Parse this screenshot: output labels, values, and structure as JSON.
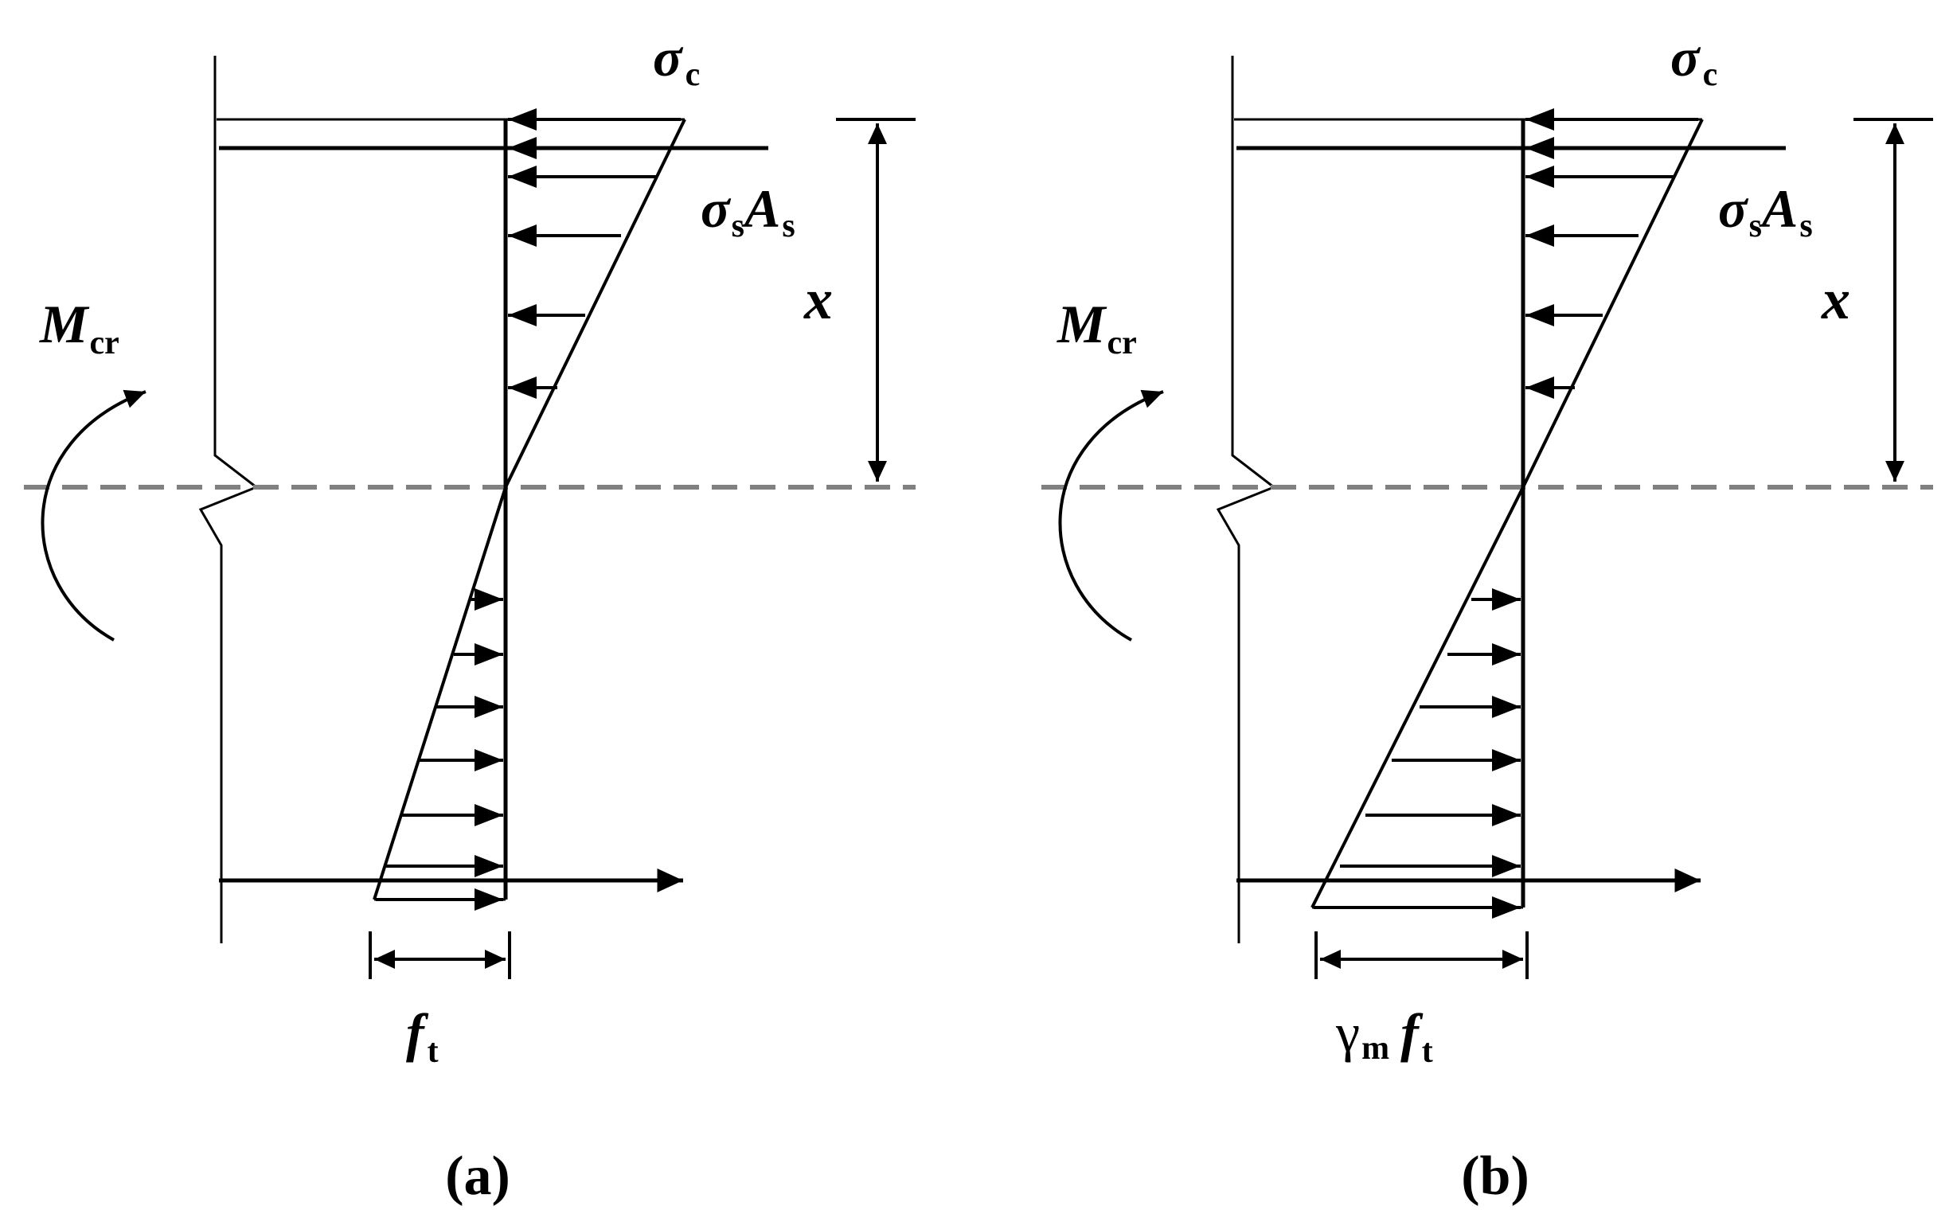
{
  "panels": [
    {
      "id": "a",
      "caption": "(a)",
      "labels": {
        "sigma_c": "σ",
        "sigma_c_sub": "c",
        "sigma_s": "σ",
        "sigma_s_sub": "s",
        "A_s": "A",
        "A_s_sub": "s",
        "x": "x",
        "moment": "M",
        "moment_sub": "cr",
        "bottom_prefix": "",
        "bottom_prefix_sub": "",
        "bottom": "f",
        "bottom_sub": "t"
      }
    },
    {
      "id": "b",
      "caption": "(b)",
      "labels": {
        "sigma_c": "σ",
        "sigma_c_sub": "c",
        "sigma_s": "σ",
        "sigma_s_sub": "s",
        "A_s": "A",
        "A_s_sub": "s",
        "x": "x",
        "moment": "M",
        "moment_sub": "cr",
        "bottom_prefix": "γ",
        "bottom_prefix_sub": "m",
        "bottom": "f",
        "bottom_sub": "t"
      }
    }
  ],
  "colors": {
    "line": "#000000",
    "neutral_axis": "#808080"
  }
}
